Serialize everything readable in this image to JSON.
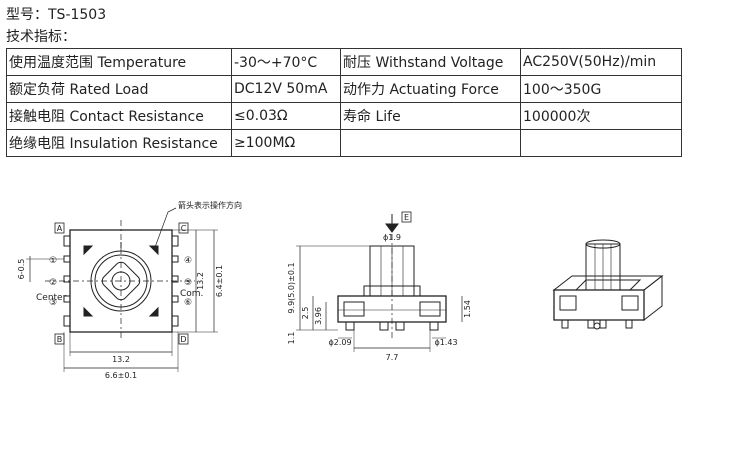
{
  "model_line": "型号：TS-1503",
  "spec_heading": "技术指标：",
  "specs": [
    [
      "使用温度范围 Temperature",
      "-30～+70°C",
      "耐压 Withstand Voltage",
      "AC250V(50Hz)/min"
    ],
    [
      "额定负荷 Rated Load",
      "DC12V 50mA",
      "动作力 Actuating Force",
      "100～350G"
    ],
    [
      "接触电阻 Contact Resistance",
      "≤0.03Ω",
      "寿命 Life",
      "100000次"
    ],
    [
      "绝缘电阻 Insulation Resistance",
      "≥100MΩ",
      "",
      ""
    ]
  ],
  "drawing": {
    "arrow_note": "箭头表示操作方向",
    "pin_labels": [
      "A",
      "B",
      "C",
      "D",
      "E",
      "①",
      "②",
      "③",
      "④",
      "⑤",
      "⑥"
    ],
    "center_label": "Center",
    "com_label": "Com.",
    "dims": {
      "d_6_0_5": "6-0.5",
      "d_13_2_v": "13.2",
      "d_6_4": "6.4±0.1",
      "d_13_2_h": "13.2",
      "d_6_6": "6.6±0.1",
      "d_phi_1_9": "ϕ1.9",
      "d_9_9": "9.9(5.0)±0.1",
      "d_2_5": "2.5",
      "d_3_96": "3.96",
      "d_1_54": "1.54",
      "d_1_1": "1.1",
      "d_phi_2_09": "ϕ2.09",
      "d_phi_1_43": "ϕ1.43",
      "d_7_7": "7.7"
    }
  }
}
